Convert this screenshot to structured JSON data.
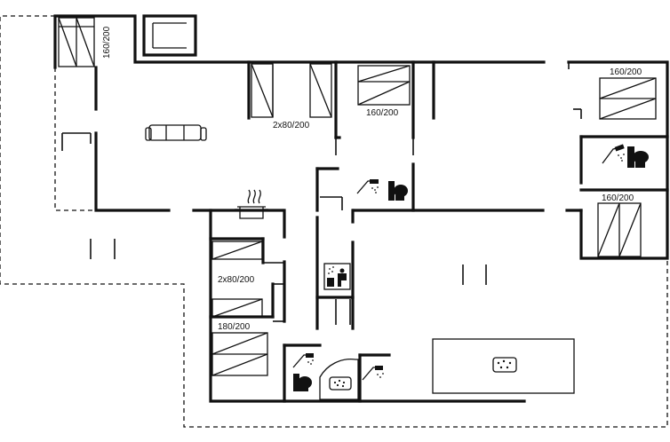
{
  "plan": {
    "bed_labels": {
      "top_left_bed": "160/200",
      "twin_beds_top": "2x80/200",
      "bed_top_middle": "160/200",
      "bed_top_right": "160/200",
      "bed_right_lower": "160/200",
      "twin_beds_middle": "2x80/200",
      "bed_bottom_left": "180/200"
    },
    "icons": [
      "sofa-icon",
      "cooking-pot-icon",
      "shower-icon",
      "toilet-icon",
      "sauna-icon",
      "whirlpool-icon",
      "bed-icon"
    ]
  }
}
